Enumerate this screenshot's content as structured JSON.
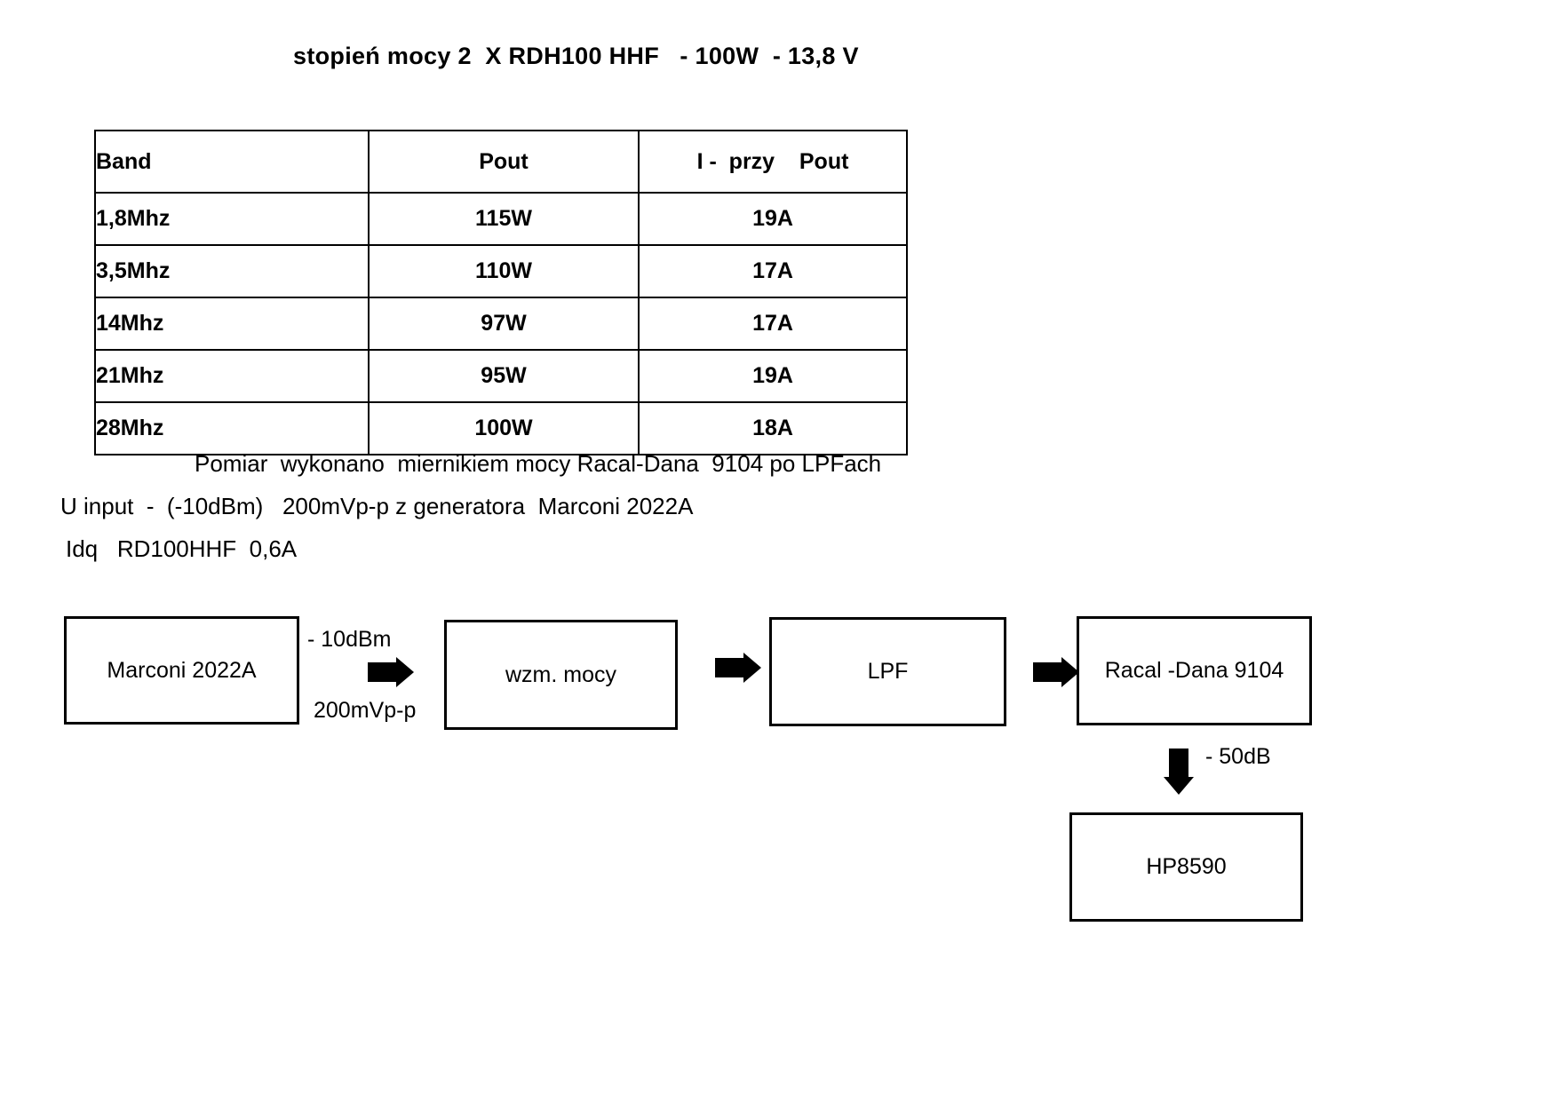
{
  "title": "stopień mocy 2  X RDH100 HHF   - 100W  - 13,8 V",
  "table": {
    "headers": {
      "band": "Band",
      "pout": "Pout",
      "current": "I -  przy    Pout"
    },
    "rows": [
      {
        "band": "1,8Mhz",
        "pout": "115W",
        "current": "19A"
      },
      {
        "band": "3,5Mhz",
        "pout": "110W",
        "current": "17A"
      },
      {
        "band": "14Mhz",
        "pout": "97W",
        "current": "17A"
      },
      {
        "band": "21Mhz",
        "pout": "95W",
        "current": "19A"
      },
      {
        "band": "28Mhz",
        "pout": "100W",
        "current": "18A"
      }
    ]
  },
  "notes": {
    "pomiar": "Pomiar  wykonano  miernikiem mocy Racal-Dana  9104 po LPFach",
    "u_input": "U input  -  (-10dBm)   200mVp-p z generatora  Marconi 2022A",
    "idq": "Idq   RD100HHF  0,6A"
  },
  "diagram": {
    "blocks": {
      "generator": "Marconi 2022A",
      "amplifier": "wzm. mocy",
      "lpf": "LPF",
      "power_meter": "Racal -Dana 9104",
      "analyzer": "HP8590"
    },
    "labels": {
      "level_dbm": "- 10dBm",
      "level_mv": "200mVp-p",
      "attenuation": "- 50dB"
    }
  },
  "colors": {
    "ink": "#000000",
    "paper": "#ffffff"
  }
}
